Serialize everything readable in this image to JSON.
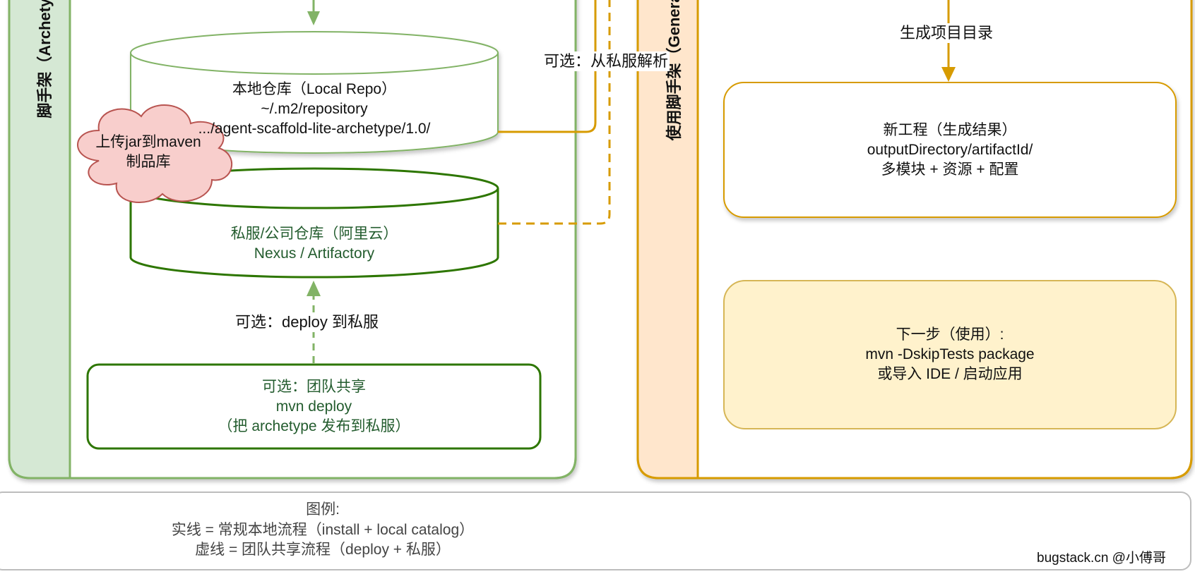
{
  "left_section": {
    "title": "脚手架（Archetype）"
  },
  "right_section": {
    "title": "使用脚手架（Generate）"
  },
  "local_repo": {
    "line1": "本地仓库（Local Repo）",
    "line2": "~/.m2/repository",
    "line3": ".../agent-scaffold-lite-archetype/1.0/"
  },
  "cloud_note": {
    "line1": "上传jar到maven",
    "line2": "制品库"
  },
  "private_repo": {
    "line1": "私服/公司仓库（阿里云）",
    "line2": "Nexus / Artifactory"
  },
  "deploy_edge": {
    "label": "可选：deploy 到私服"
  },
  "team_share_box": {
    "line1": "可选：团队共享",
    "line2": "mvn deploy",
    "line3": "（把 archetype 发布到私服）"
  },
  "resolve_edge": {
    "label": "可选：从私服解析"
  },
  "generate_edge": {
    "label": "生成项目目录"
  },
  "new_project_box": {
    "line1": "新工程（生成结果）",
    "line2": "outputDirectory/artifactId/",
    "line3": "多模块 + 资源 + 配置"
  },
  "next_step_box": {
    "line1": "下一步（使用）:",
    "line2": "mvn -DskipTests package",
    "line3": "或导入 IDE / 启动应用"
  },
  "legend": {
    "title": "图例:",
    "solid": "实线 = 常规本地流程（install + local catalog）",
    "dashed": "虚线 = 团队共享流程（deploy + 私服）"
  },
  "credit": "bugstack.cn @小傅哥",
  "colors": {
    "green_stroke": "#82b366",
    "green_band": "#d5e8d4",
    "dark_green": "#2d7600",
    "orange_stroke": "#d79b00",
    "orange_band": "#ffe6cc",
    "yellow_fill": "#fff2cc",
    "yellow_stroke": "#d6b656",
    "cloud_fill": "#f8cecc",
    "cloud_stroke": "#b85450"
  }
}
